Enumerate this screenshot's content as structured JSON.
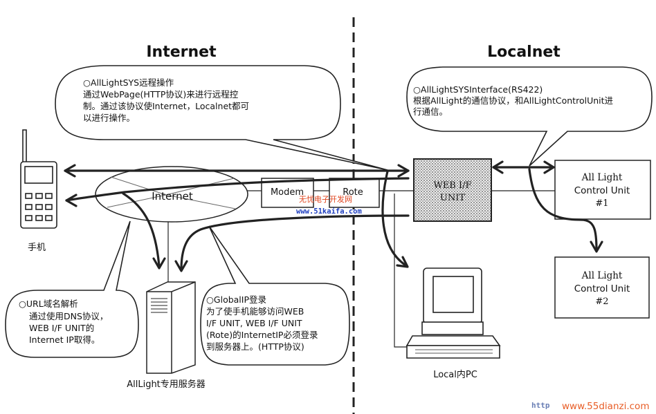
{
  "headings": {
    "internet": "Internet",
    "localnet": "Localnet"
  },
  "bubbles": {
    "remote_op": [
      "○AllLightSYS远程操作",
      "通过WebPage(HTTP协议)来进行远程控",
      "制。通过该协议使Internet，Localnet都可",
      "以进行操作。"
    ],
    "interface": [
      "○AllLightSYSInterface(RS422)",
      "根据AllLight的通信协议，和AllLightControlUnit进",
      "行通信。"
    ],
    "url": [
      "○URL域名解析",
      "通过使用DNS协议，",
      "WEB I/F UNIT的",
      "Internet IP取得。"
    ],
    "global_ip": [
      "○GlobalIP登录",
      "为了使手机能够访问WEB",
      "I/F UNIT, WEB I/F UNIT",
      "(Rote)的InternetIP必须登录",
      "到服务器上。(HTTP协议)"
    ]
  },
  "nodes": {
    "cloud": "Internet",
    "modem": "Modem",
    "rote": "Rote",
    "web_if": [
      "WEB I/F",
      "UNIT"
    ],
    "control_unit_1": [
      "All Light",
      "Control Unit",
      "#1"
    ],
    "control_unit_2": [
      "All Light",
      "Control Unit",
      "#2"
    ]
  },
  "labels": {
    "phone": "手机",
    "server": "AllLight专用服务器",
    "local_pc": "Local内PC"
  },
  "watermarks": {
    "center_cn": "无忧电子开发网",
    "center_url": "www.51kaifa.com",
    "corner_url": "www.55dianzi.com",
    "corner_logo": "http"
  }
}
